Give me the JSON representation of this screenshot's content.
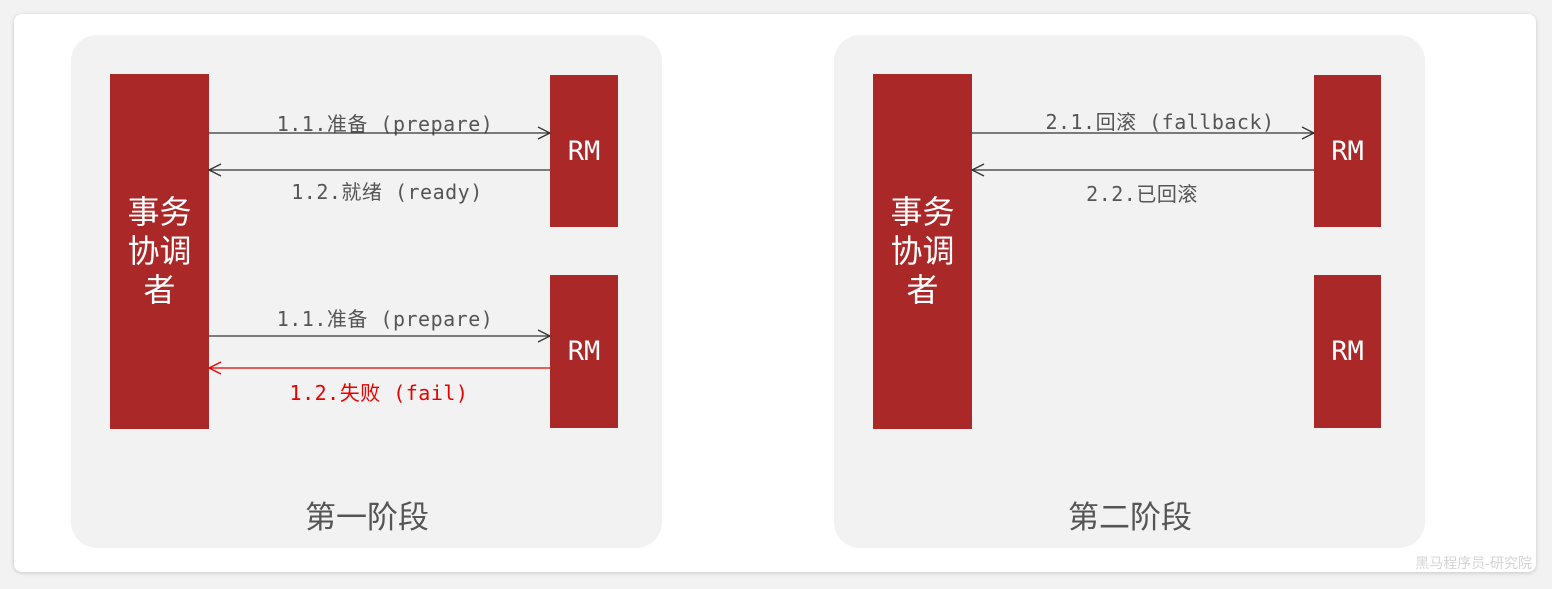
{
  "colors": {
    "block": "#ab2828",
    "arrow": "#333333",
    "error": "#e60000",
    "panel": "#f2f2f2"
  },
  "phase1": {
    "title": "第一阶段",
    "coordinator": "事务协调者",
    "rm_top": "RM",
    "rm_bottom": "RM",
    "msg_prepare_top": "1.1.准备 (prepare)",
    "msg_ready": "1.2.就绪 (ready)",
    "msg_prepare_bottom": "1.1.准备 (prepare)",
    "msg_fail": "1.2.失败 (fail)"
  },
  "phase2": {
    "title": "第二阶段",
    "coordinator": "事务协调者",
    "rm_top": "RM",
    "rm_bottom": "RM",
    "msg_fallback": "2.1.回滚 (fallback)",
    "msg_rolled_back": "2.2.已回滚"
  },
  "watermark": "黑马程序员-研究院"
}
